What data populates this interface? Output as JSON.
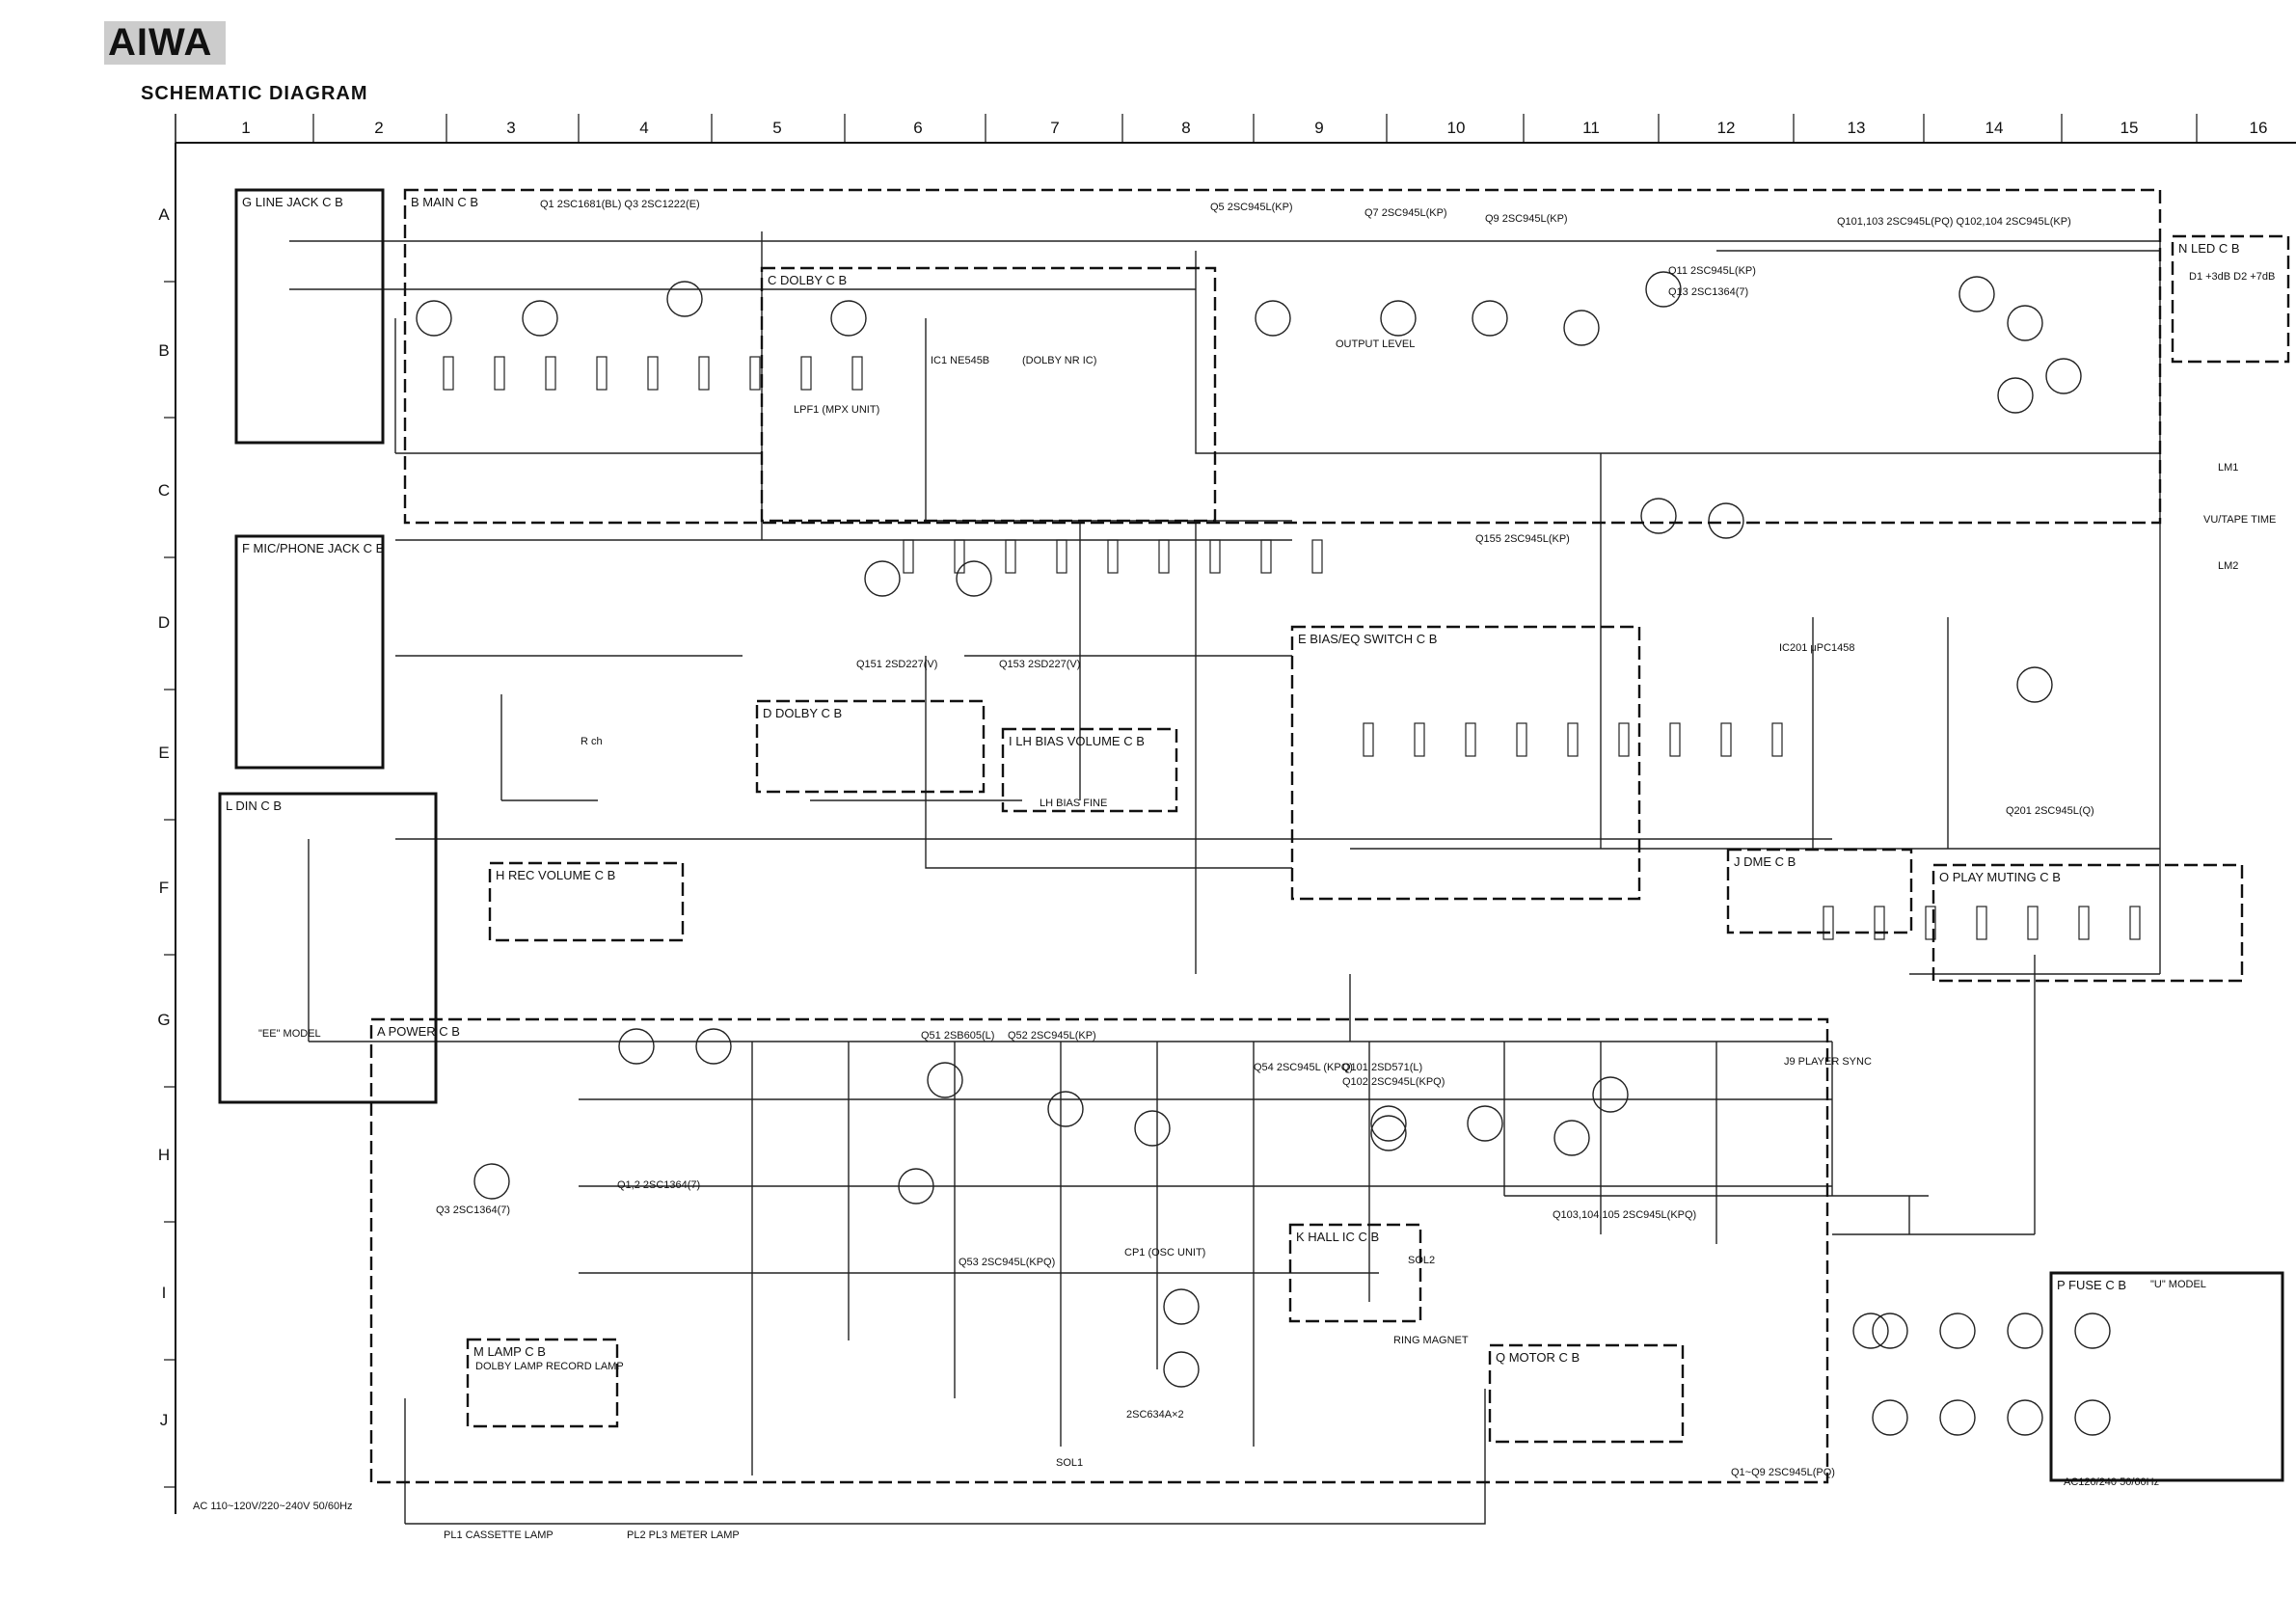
{
  "brand": "AIWA",
  "title": "SCHEMATIC DIAGRAM",
  "grid": {
    "columns": [
      "1",
      "2",
      "3",
      "4",
      "5",
      "6",
      "7",
      "8",
      "9",
      "10",
      "11",
      "12",
      "13",
      "14",
      "15",
      "16"
    ],
    "rows": [
      "A",
      "B",
      "C",
      "D",
      "E",
      "F",
      "G",
      "H",
      "I",
      "J"
    ]
  },
  "blocks": [
    {
      "id": "line-jack",
      "label": "G LINE JACK C B"
    },
    {
      "id": "main",
      "label": "B MAIN C B"
    },
    {
      "id": "dolby1",
      "label": "C DOLBY C B"
    },
    {
      "id": "mic-phone",
      "label": "F MIC/PHONE JACK C B"
    },
    {
      "id": "dolby2",
      "label": "D DOLBY C B"
    },
    {
      "id": "lh-bias",
      "label": "I LH BIAS VOLUME C B"
    },
    {
      "id": "bias-eq",
      "label": "E BIAS/EQ SWITCH C B"
    },
    {
      "id": "led",
      "label": "N LED C B"
    },
    {
      "id": "din",
      "label": "L DIN C B"
    },
    {
      "id": "rec-volume",
      "label": "H REC VOLUME C B"
    },
    {
      "id": "dme",
      "label": "J DME C B"
    },
    {
      "id": "play-muting",
      "label": "O PLAY MUTING C B"
    },
    {
      "id": "power",
      "label": "A POWER C B"
    },
    {
      "id": "lamp",
      "label": "M LAMP C B"
    },
    {
      "id": "hall-ic",
      "label": "K HALL IC C B"
    },
    {
      "id": "motor",
      "label": "Q MOTOR C B"
    },
    {
      "id": "fuse",
      "label": "P FUSE C B"
    }
  ],
  "annotations": [
    {
      "id": "q1q3",
      "text": "Q1 2SC1681(BL)  Q3 2SC1222(E)"
    },
    {
      "id": "q5",
      "text": "Q5 2SC945L(KP)"
    },
    {
      "id": "q7",
      "text": "Q7 2SC945L(KP)"
    },
    {
      "id": "q9",
      "text": "Q9 2SC945L(KP)"
    },
    {
      "id": "q101",
      "text": "Q101,103 2SC945L(PQ)   Q102,104 2SC945L(KP)"
    },
    {
      "id": "q11",
      "text": "Q11 2SC945L(KP)"
    },
    {
      "id": "q13",
      "text": "Q13 2SC1364(7)"
    },
    {
      "id": "ic1",
      "text": "IC1 NE545B"
    },
    {
      "id": "dolbynr",
      "text": "(DOLBY NR IC)"
    },
    {
      "id": "lpf1",
      "text": "LPF1 (MPX UNIT)"
    },
    {
      "id": "outlevel",
      "text": "OUTPUT LEVEL"
    },
    {
      "id": "q155",
      "text": "Q155 2SC945L(KP)"
    },
    {
      "id": "q151",
      "text": "Q151 2SD227(V)"
    },
    {
      "id": "q153",
      "text": "Q153 2SD227(V)"
    },
    {
      "id": "ic201",
      "text": "IC201 μPC1458"
    },
    {
      "id": "q201",
      "text": "Q201 2SC945L(Q)"
    },
    {
      "id": "rch",
      "text": "R ch"
    },
    {
      "id": "lhbiasfine",
      "text": "LH BIAS FINE"
    },
    {
      "id": "ee",
      "text": "\"EE\" MODEL"
    },
    {
      "id": "q12",
      "text": "Q1,2 2SC1364(7)"
    },
    {
      "id": "q3p",
      "text": "Q3 2SC1364(7)"
    },
    {
      "id": "q51",
      "text": "Q51 2SB605(L)"
    },
    {
      "id": "q52",
      "text": "Q52 2SC945L(KP)"
    },
    {
      "id": "q53",
      "text": "Q53 2SC945L(KPQ)"
    },
    {
      "id": "q54",
      "text": "Q54 2SC945L (KPQ)"
    },
    {
      "id": "q101p",
      "text": "Q101 2SD571(L)"
    },
    {
      "id": "q102p",
      "text": "Q102 2SC945L(KPQ)"
    },
    {
      "id": "q103",
      "text": "Q103,104,105 2SC945L(KPQ)"
    },
    {
      "id": "cp1",
      "text": "CP1 (OSC UNIT)"
    },
    {
      "id": "osc",
      "text": "2SC634A×2"
    },
    {
      "id": "ringmag",
      "text": "RING MAGNET"
    },
    {
      "id": "j9",
      "text": "J9 PLAYER SYNC"
    },
    {
      "id": "ac",
      "text": "AC 110~120V/220~240V 50/60Hz"
    },
    {
      "id": "pl1",
      "text": "PL1 CASSETTE LAMP"
    },
    {
      "id": "pl23",
      "text": "PL2 PL3 METER LAMP"
    },
    {
      "id": "dolbylamp",
      "text": "DOLBY LAMP"
    },
    {
      "id": "reclamp",
      "text": "RECORD LAMP"
    },
    {
      "id": "q1q9",
      "text": "Q1~Q9 2SC945L(PQ)"
    },
    {
      "id": "um",
      "text": "\"U\" MODEL"
    },
    {
      "id": "ac2",
      "text": "AC120/240 50/60Hz"
    },
    {
      "id": "lm1",
      "text": "LM1"
    },
    {
      "id": "lm2",
      "text": "LM2"
    },
    {
      "id": "vutape",
      "text": "VU/TAPE TIME"
    },
    {
      "id": "led1",
      "text": "D1 +3dB   D2 +7dB"
    },
    {
      "id": "sol1",
      "text": "SOL1"
    },
    {
      "id": "sol2",
      "text": "SOL2"
    }
  ]
}
